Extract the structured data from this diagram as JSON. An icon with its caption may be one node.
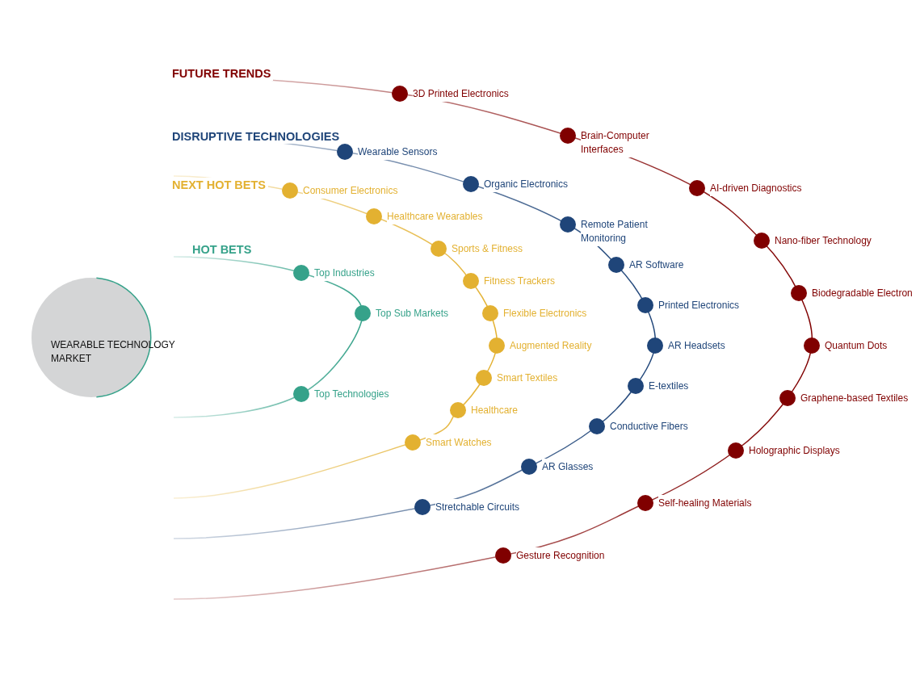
{
  "diagram": {
    "nodes": [
      {
        "text": [
          "WEARABLE TECHNOLOGY MARKET"
        ]
      },
      {
        "text": [
          "HOT BETS"
        ]
      },
      {
        "text": [
          "Top Industries"
        ]
      },
      {
        "text": [
          "Top Sub Markets"
        ]
      },
      {
        "text": [
          "Top Technologies"
        ]
      },
      {
        "text": [
          "NEXT HOT BETS"
        ]
      },
      {
        "text": [
          "Consumer Electronics"
        ]
      },
      {
        "text": [
          "Healthcare Wearables"
        ]
      },
      {
        "text": [
          "Sports & Fitness"
        ]
      },
      {
        "text": [
          "Fitness Trackers"
        ]
      },
      {
        "text": [
          "Flexible Electronics"
        ]
      },
      {
        "text": [
          "Augmented Reality"
        ]
      },
      {
        "text": [
          "Smart Textiles"
        ]
      },
      {
        "text": [
          "Healthcare"
        ]
      },
      {
        "text": [
          "Smart Watches"
        ]
      },
      {
        "text": [
          "DISRUPTIVE TECHNOLOGIES"
        ]
      },
      {
        "text": [
          "Wearable Sensors"
        ]
      },
      {
        "text": [
          "Organic Electronics"
        ]
      },
      {
        "text": [
          "Remote Patient Monitoring"
        ]
      },
      {
        "text": [
          "AR Software"
        ]
      },
      {
        "text": [
          "Printed Electronics"
        ]
      },
      {
        "text": [
          "AR Headsets"
        ]
      },
      {
        "text": [
          "E-textiles"
        ]
      },
      {
        "text": [
          "Conductive Fibers"
        ]
      },
      {
        "text": [
          "AR Glasses"
        ]
      },
      {
        "text": [
          "Stretchable Circuits"
        ]
      },
      {
        "text": [
          "FUTURE TRENDS"
        ]
      },
      {
        "text": [
          "3D Printed Electronics"
        ]
      },
      {
        "text": [
          "Brain-Computer Interfaces"
        ]
      },
      {
        "text": [
          "AI-driven Diagnostics"
        ]
      },
      {
        "text": [
          "Nano-fiber Technology"
        ]
      },
      {
        "text": [
          "Biodegradable Electron"
        ]
      },
      {
        "text": [
          "Quantum Dots"
        ]
      },
      {
        "text": [
          "Graphene-based Textiles"
        ]
      },
      {
        "text": [
          "Holographic Displays"
        ]
      },
      {
        "text": [
          "Self-healing Materials"
        ]
      },
      {
        "text": [
          "Gesture Recognition"
        ]
      }
    ]
  }
}
